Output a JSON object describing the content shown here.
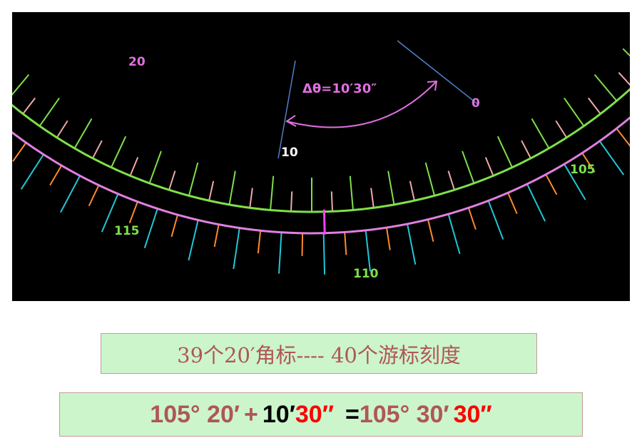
{
  "diagram": {
    "main_scale_labels": [
      "20",
      "0",
      "10"
    ],
    "vernier_labels": [
      "105",
      "110",
      "115"
    ],
    "delta_label": "Δθ=10′30″",
    "colors": {
      "background": "#000000",
      "main_arc": "#7fe04a",
      "main_major_tick": "#7fe04a",
      "main_minor_tick": "#f0a8a8",
      "vernier_arc": "#e080e0",
      "vernier_major_tick": "#20c8d8",
      "vernier_minor_tick": "#ff8a2a",
      "reference_line": "#4f7fc8",
      "arrow": "#e070e0",
      "pointer": "#ff40ff",
      "label_pink": "#e070e0",
      "label_green": "#7fe04a",
      "label_white": "#ffffff"
    }
  },
  "caption": "39个20′角标---- 40个游标刻度",
  "result": {
    "main_value": "105° 20′",
    "plus": "+",
    "add_minutes": "10′",
    "add_seconds": "30″",
    "equals": "=",
    "total_main": "105° 30′",
    "total_seconds": "30″"
  }
}
